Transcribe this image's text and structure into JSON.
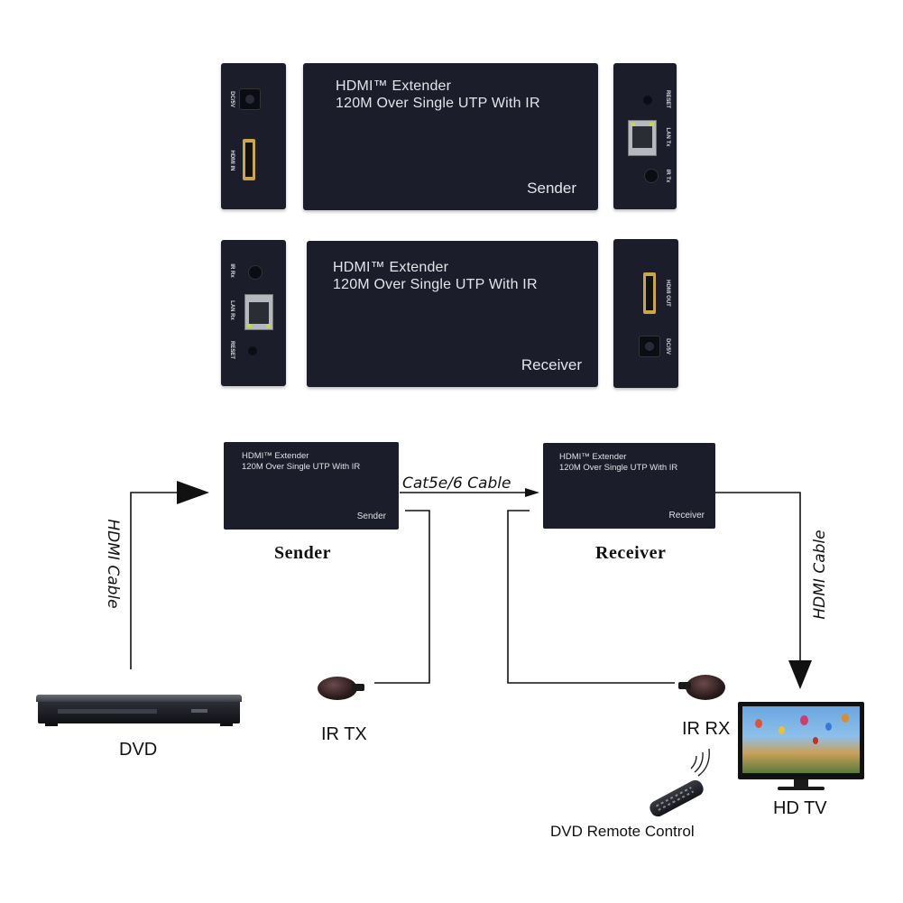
{
  "product_title_line1": "HDMI™ Extender",
  "product_title_line2": "120M Over Single UTP With IR",
  "sender": {
    "role": "Sender",
    "left_panel_labels": [
      "DC/5V",
      "HDMI IN"
    ],
    "right_panel_labels": [
      "RESET",
      "LAN Tx",
      "IR Tx"
    ]
  },
  "receiver": {
    "role": "Receiver",
    "left_panel_labels": [
      "IR Rx",
      "LAN Rx",
      "RESET"
    ],
    "right_panel_labels": [
      "HDMI OUT",
      "DC/5V"
    ]
  },
  "diagram": {
    "sender_caption": "Sender",
    "receiver_caption": "Receiver",
    "cat_cable_label": "Cat5e/6 Cable",
    "hdmi_cable_left": "HDMI Cable",
    "hdmi_cable_right": "HDMI Cable",
    "ir_tx_label": "IR TX",
    "ir_rx_label": "IR RX",
    "dvd_label": "DVD",
    "tv_label": "HD TV",
    "remote_label": "DVD Remote Control"
  },
  "colors": {
    "device_body": "#1b1d2a",
    "device_text": "#e4e4ea",
    "line": "#111111"
  }
}
